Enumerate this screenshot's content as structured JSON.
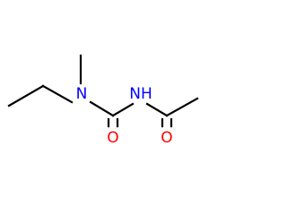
{
  "colors": {
    "background": "#ffffff",
    "bond": "#000000",
    "nitrogen": "#0000ff",
    "oxygen": "#ff0000"
  },
  "atoms": {
    "n_amine": "N",
    "n_amide": "NH",
    "o_urea": "O",
    "o_acetyl": "O"
  }
}
